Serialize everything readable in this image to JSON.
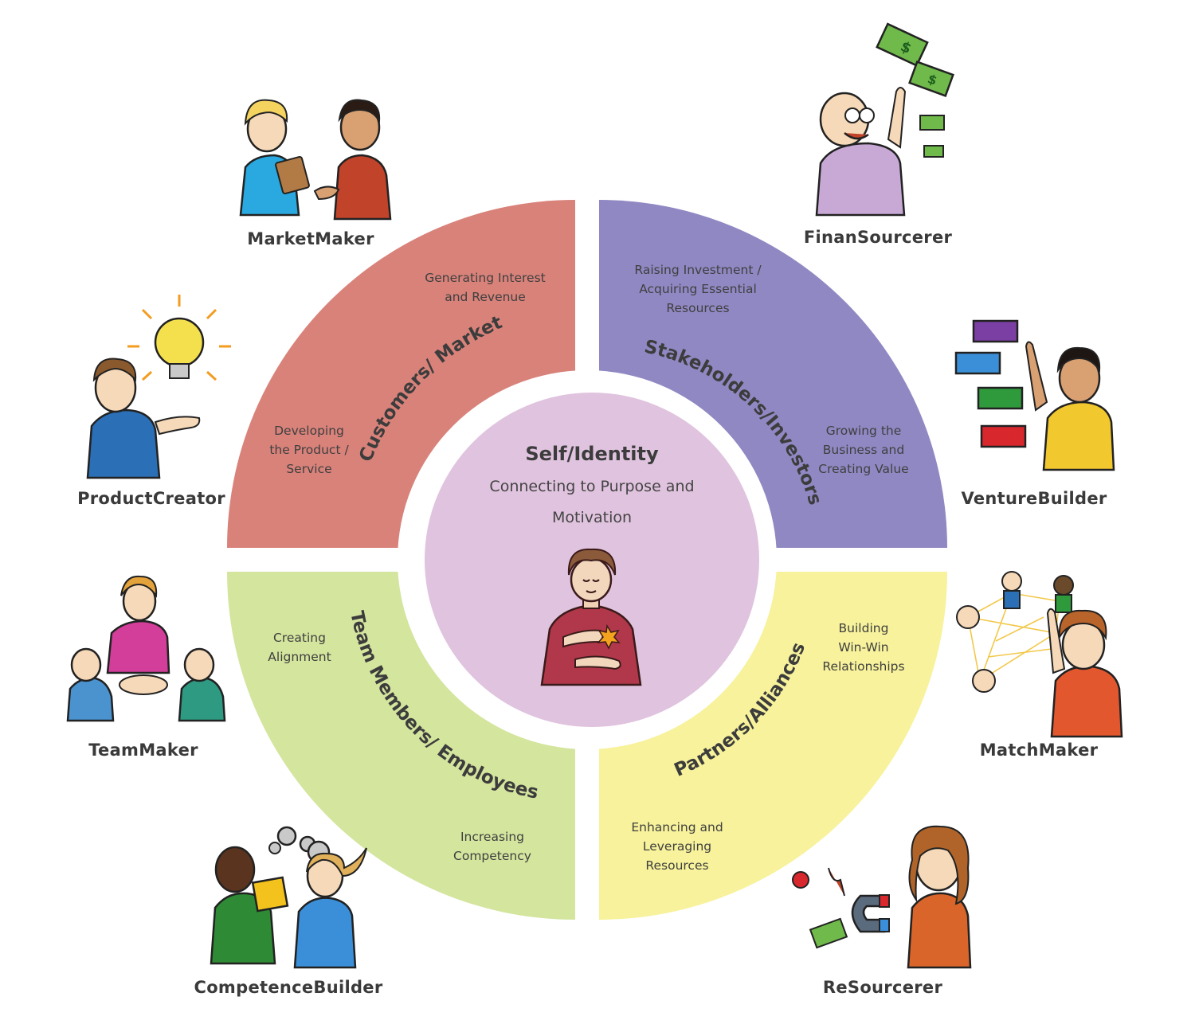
{
  "center": {
    "title": "Self/Identity",
    "subtitle_line1": "Connecting to Purpose and",
    "subtitle_line2": "Motivation",
    "color": "#e0c3de"
  },
  "quadrants": [
    {
      "id": "customers",
      "title": "Customers/ Market",
      "color": "#d8827a",
      "desc_a": [
        "Generating Interest",
        "and Revenue"
      ],
      "desc_b": [
        "Developing",
        "the Product /",
        "Service"
      ]
    },
    {
      "id": "stakeholders",
      "title": "Stakeholders/Investors",
      "color": "#9088c3",
      "desc_a": [
        "Raising Investment /",
        "Acquiring Essential",
        "Resources"
      ],
      "desc_b": [
        "Growing the",
        "Business and",
        "Creating Value"
      ]
    },
    {
      "id": "team",
      "title": "Team Members/ Employees",
      "color": "#d4e59e",
      "desc_a": [
        "Creating",
        "Alignment"
      ],
      "desc_b": [
        "Increasing",
        "Competency"
      ]
    },
    {
      "id": "partners",
      "title": "Partners/Alliances",
      "color": "#f7f29b",
      "desc_a": [
        "Building",
        "Win-Win",
        "Relationships"
      ],
      "desc_b": [
        "Enhancing and",
        "Leveraging",
        "Resources"
      ]
    }
  ],
  "roles": [
    {
      "name": "MarketMaker",
      "icon": "people-talking-icon"
    },
    {
      "name": "FinanSourcerer",
      "icon": "money-investor-icon"
    },
    {
      "name": "ProductCreator",
      "icon": "lightbulb-thinker-icon"
    },
    {
      "name": "VentureBuilder",
      "icon": "building-blocks-icon"
    },
    {
      "name": "TeamMaker",
      "icon": "team-handshake-icon"
    },
    {
      "name": "MatchMaker",
      "icon": "network-connector-icon"
    },
    {
      "name": "CompetenceBuilder",
      "icon": "gears-teaching-icon"
    },
    {
      "name": "ReSourcerer",
      "icon": "magnet-attract-icon"
    }
  ]
}
